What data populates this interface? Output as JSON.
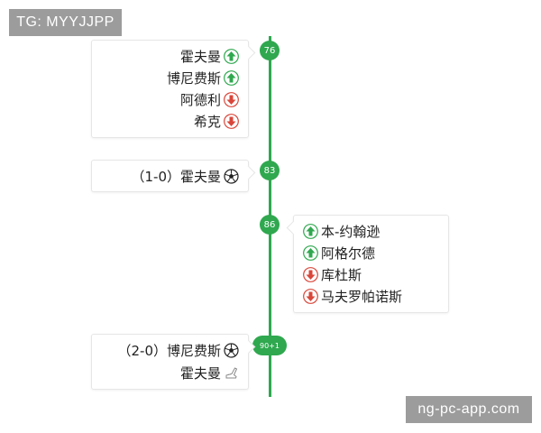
{
  "watermarks": {
    "top": "TG: MYYJJPP",
    "bottom": "ng-pc-app.com"
  },
  "colors": {
    "timeline_green": "#2fa84f",
    "sub_in": "#2fa84f",
    "sub_out": "#d9463a"
  },
  "events": [
    {
      "minute": "76",
      "entries": [
        {
          "text": "霍夫曼",
          "icon": "sub-in-icon"
        },
        {
          "text": "博尼费斯",
          "icon": "sub-in-icon"
        },
        {
          "text": "阿德利",
          "icon": "sub-out-icon"
        },
        {
          "text": "希克",
          "icon": "sub-out-icon"
        }
      ]
    },
    {
      "minute": "83",
      "entries": [
        {
          "text": "（1-0）霍夫曼",
          "icon": "soccer-ball-icon"
        }
      ]
    },
    {
      "minute": "86",
      "entries": [
        {
          "text": "本-约翰逊",
          "icon": "sub-in-icon"
        },
        {
          "text": "阿格尔德",
          "icon": "sub-in-icon"
        },
        {
          "text": "库杜斯",
          "icon": "sub-out-icon"
        },
        {
          "text": "马夫罗帕诺斯",
          "icon": "sub-out-icon"
        }
      ]
    },
    {
      "minute": "90+1",
      "entries": [
        {
          "text": "（2-0）博尼费斯",
          "icon": "soccer-ball-icon"
        },
        {
          "text": "霍夫曼",
          "icon": "assist-boot-icon"
        }
      ]
    }
  ]
}
